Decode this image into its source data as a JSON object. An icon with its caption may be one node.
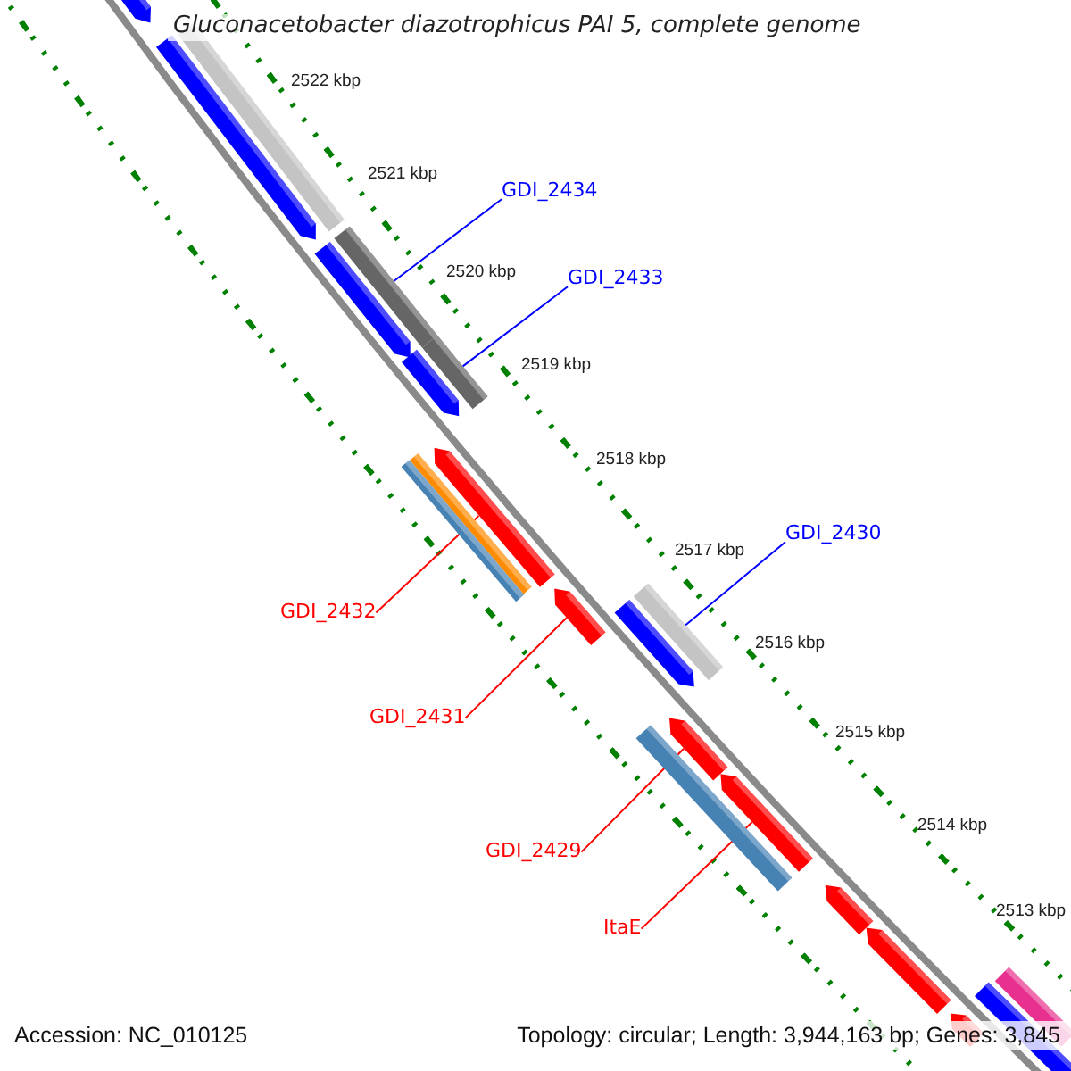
{
  "diagram": {
    "title": "Gluconacetobacter diazotrophicus PAI 5, complete genome",
    "nodes": [
      {
        "text": [],
        "shape": "arrow"
      },
      {
        "text": [],
        "shape": "bar"
      },
      {
        "text": [],
        "shape": "arrow"
      },
      {
        "text": [
          "GDI_2434"
        ]
      },
      {
        "text": [],
        "shape": "bar"
      },
      {
        "text": [],
        "shape": "arrow"
      },
      {
        "text": [
          "GDI_2433"
        ]
      },
      {
        "text": [],
        "shape": "bar"
      },
      {
        "text": [],
        "shape": "arrow"
      },
      {
        "text": [],
        "shape": "arrow"
      },
      {
        "text": [],
        "shape": "bar"
      },
      {
        "text": [],
        "shape": "bar"
      },
      {
        "text": [
          "GDI_2430"
        ]
      },
      {
        "text": [],
        "shape": "bar"
      },
      {
        "text": [],
        "shape": "arrow"
      },
      {
        "text": [
          "GDI_2432"
        ]
      },
      {
        "text": [],
        "shape": "arrow"
      },
      {
        "text": [
          "GDI_2431"
        ]
      },
      {
        "text": [],
        "shape": "arrow"
      },
      {
        "text": [],
        "shape": "bar"
      },
      {
        "text": [],
        "shape": "arrow"
      },
      {
        "text": [
          "GDI_2429"
        ]
      },
      {
        "text": [],
        "shape": "arrow"
      },
      {
        "text": [
          "ItaE"
        ]
      },
      {
        "text": [],
        "shape": "arrow"
      },
      {
        "text": [],
        "shape": "bar"
      },
      {
        "text": [],
        "shape": "arrow"
      },
      {
        "text": [],
        "shape": "arrow"
      }
    ],
    "edges": [
      {
        "from": 3,
        "to": 4,
        "arrow": "none",
        "color": "#0000ff"
      },
      {
        "from": 6,
        "to": 7,
        "arrow": "none",
        "color": "#0000ff"
      },
      {
        "from": 15,
        "to": 9,
        "arrow": "none"
      },
      {
        "from": 12,
        "to": 13,
        "arrow": "none",
        "color": "#0000ff"
      },
      {
        "from": 17,
        "to": 14,
        "arrow": "none"
      },
      {
        "from": 21,
        "to": 18,
        "arrow": "none"
      },
      {
        "from": 23,
        "to": 20,
        "arrow": "none"
      }
    ],
    "labels": [
      "2522 kbp",
      "2521 kbp",
      "2520 kbp",
      "2519 kbp",
      "2518 kbp",
      "2517 kbp",
      "2516 kbp",
      "2515 kbp",
      "2514 kbp",
      "2513 kbp",
      "Accession: NC_010125",
      "Topology: circular; Length: 3,944,163 bp; Genes: 3,845"
    ]
  }
}
